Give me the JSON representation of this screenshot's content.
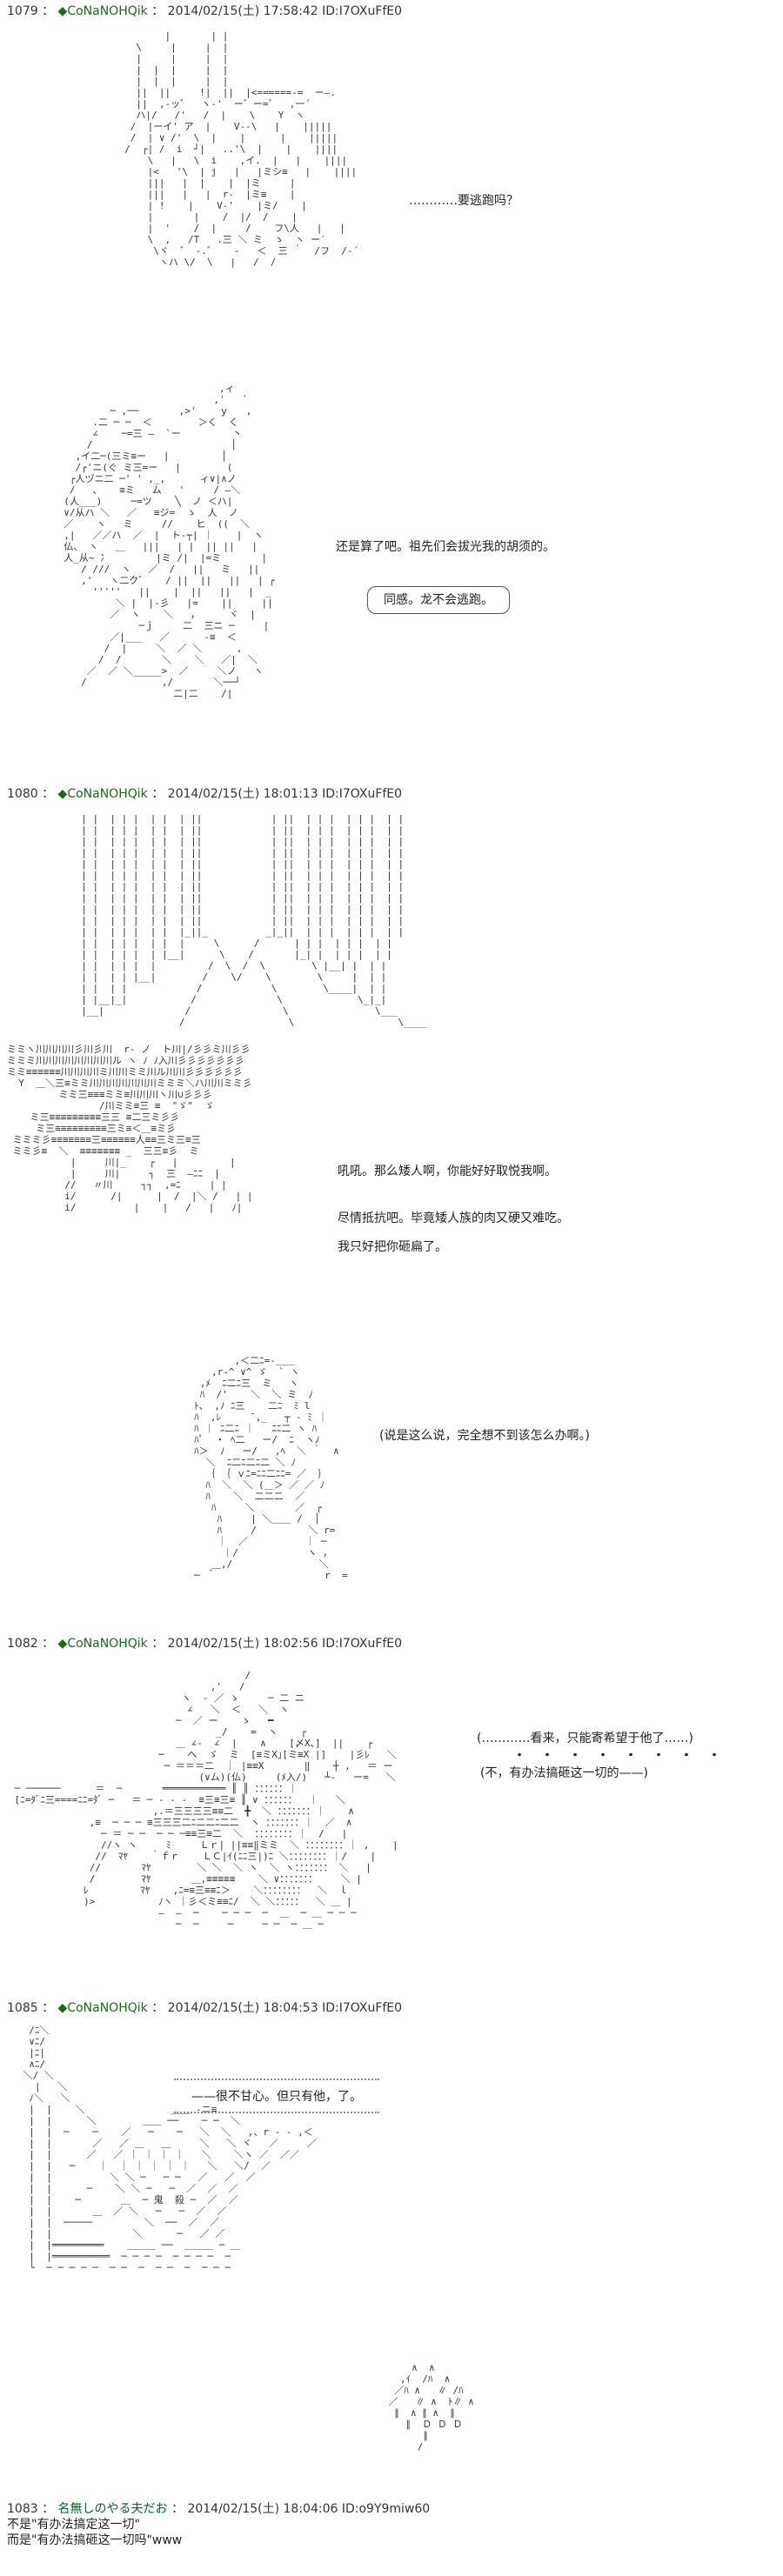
{
  "posts": [
    {
      "num": "1079",
      "name": "◆CoNaNOHQik",
      "date": "2014/02/15(土) 17:58:42",
      "id": "ID:I7OXuFfE0",
      "lines": [
        "…………要逃跑吗？",
        "还是算了吧。祖先们会拔光我的胡须的。",
        "同感。龙不会逃跑。"
      ]
    },
    {
      "num": "1080",
      "name": "◆CoNaNOHQik",
      "date": "2014/02/15(土) 18:01:13",
      "id": "ID:I7OXuFfE0",
      "lines": [
        "吼吼。那么矮人啊，你能好好取悦我啊。",
        "尽情抵抗吧。毕竟矮人族的肉又硬又难吃。",
        "我只好把你砸扁了。",
        "(说是这么说，完全想不到该怎么办啊。)"
      ]
    },
    {
      "num": "1082",
      "name": "◆CoNaNOHQik",
      "date": "2014/02/15(土) 18:02:56",
      "id": "ID:I7OXuFfE0",
      "lines": [
        "(…………看来，只能寄希望于他了……)",
        "・　・　・　・　・　・　・　・",
        "(不，有办法搞砸这一切的——)"
      ]
    },
    {
      "num": "1085",
      "name": "◆CoNaNOHQik",
      "date": "2014/02/15(土) 18:04:53",
      "id": "ID:I7OXuFfE0",
      "lines": [
        "——很不甘心。但只有他，了。"
      ]
    },
    {
      "num": "1083",
      "name": "名無しのやる夫だお",
      "date": "2014/02/15(土) 18:04:06",
      "id": "ID:o9Y9miw60",
      "lines": [
        "不是\"有办法搞定这一切\"",
        "而是\"有办法搞砸这一切吗\"www"
      ]
    }
  ]
}
